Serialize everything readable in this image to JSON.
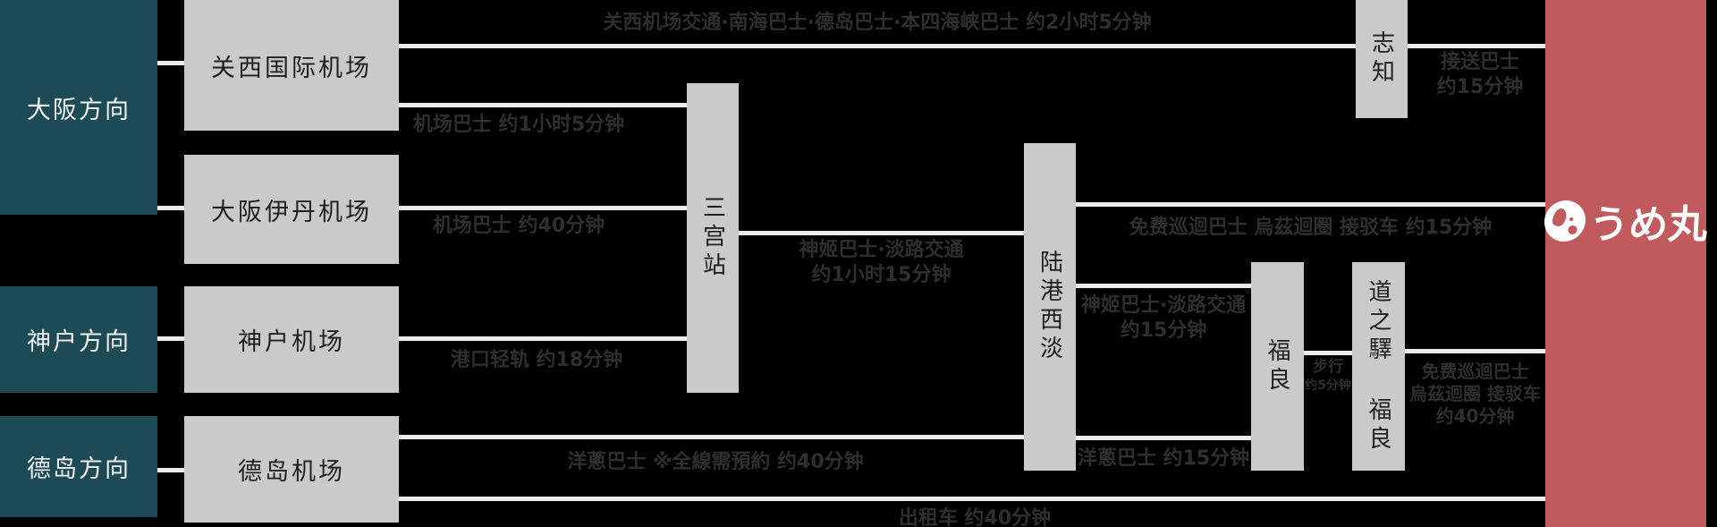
{
  "colors": {
    "background": "#000000",
    "direction_box": "#1c4b55",
    "station_box": "#cacaca",
    "connector_line": "#ececec",
    "destination_box": "#c15a5c",
    "route_text": "#2e2e2e"
  },
  "directions": {
    "osaka": "大阪方向",
    "kobe": "神户方向",
    "tokushima": "德岛方向"
  },
  "airports": {
    "kansai": "关西国际机场",
    "itami": "大阪伊丹机场",
    "kobe": "神户机场",
    "tokushima": "德岛机场"
  },
  "stations": {
    "sannomiya": "三宫站",
    "rikunominato_seidan": "陆港西淡",
    "fukura": "福良",
    "michinoeki_fukura": "道之驛 福良",
    "shichi": "志知"
  },
  "destination": {
    "name": "うめ丸"
  },
  "routes": {
    "kansai_highway_bus": "关西机场交通·南海巴士·德岛巴士·本四海峡巴士  约2小时5分钟",
    "kansai_airport_bus": "机场巴士  约1小时5分钟",
    "itami_airport_bus": "机场巴士  约40分钟",
    "port_liner": "港口轻轨  约18分钟",
    "shinki_awaji_1_line1": "神姬巴士·淡路交通",
    "shinki_awaji_1_line2": "约1小时15分钟",
    "free_shuttle_1": "免费巡迴巴士 烏茲迴圈 接驳车  约15分钟",
    "shinki_awaji_2_line1": "神姬巴士·淡路交通",
    "shinki_awaji_2_line2": "约15分钟",
    "walk_line1": "步行",
    "walk_line2": "约5分钟",
    "free_shuttle_2_line1": "免费巡迴巴士",
    "free_shuttle_2_line2": "烏茲迴圈 接驳车",
    "free_shuttle_2_line3": "约40分钟",
    "onion_bus_reserved": "洋蔥巴士 ※全線需預約  约40分钟",
    "onion_bus": "洋蔥巴士  约15分钟",
    "taxi": "出租车  约40分钟",
    "pickup_bus_line1": "接送巴士",
    "pickup_bus_line2": "约15分钟"
  }
}
